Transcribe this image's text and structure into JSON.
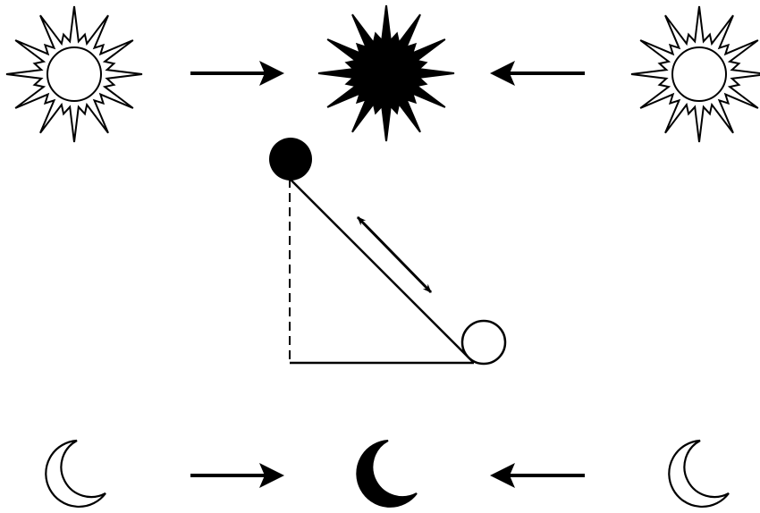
{
  "diagram": {
    "background": "#ffffff",
    "ink": "#000000",
    "rows": [
      {
        "id": "sun-row",
        "left_icon": "sun-outline-icon",
        "center_icon": "sun-filled-icon",
        "right_icon": "sun-outline-icon",
        "arrows": [
          "arrow-right-icon",
          "arrow-left-icon"
        ]
      },
      {
        "id": "moon-row",
        "left_icon": "crescent-outline-icon",
        "center_icon": "crescent-filled-icon",
        "right_icon": "crescent-outline-icon",
        "arrows": [
          "arrow-right-icon",
          "arrow-left-icon"
        ]
      }
    ],
    "middle_figure": {
      "top_ball": "filled-circle-icon",
      "bottom_ball": "hollow-circle-icon",
      "vertical_leg": "dashed",
      "horizontal_leg": "solid",
      "hypotenuse": "solid",
      "parallel_arrow": "double-headed-arrow-icon"
    }
  }
}
